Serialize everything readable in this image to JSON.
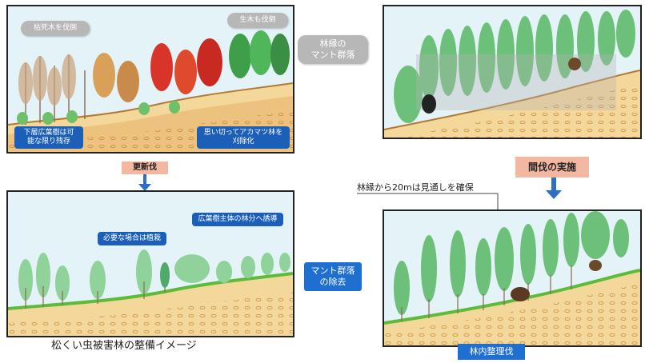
{
  "panels": {
    "tl": {
      "bubble_left": "枯死木を伐倒",
      "bubble_right": "生木も伐倒",
      "label_bottom_left": "下層広葉樹は可\n能な限り残存",
      "label_bottom_right": "思い切ってアカマツ林を\n刈除化"
    },
    "bl": {
      "label_top": "広葉樹主体の林分へ誘導",
      "label_mid": "必要な場合は植栽"
    },
    "tr": {
      "bubble": "林縁の\nマント群落"
    },
    "br": {
      "label_mantle": "マント群落\nの除去",
      "label_bottom": "林内整理伐"
    }
  },
  "step_left": "更新伐",
  "step_right": "間伐の実施",
  "note_right": "林縁から20mは見通しを確保",
  "caption": "松くい虫被害林の整備イメージ",
  "colors": {
    "sky": "#dff1f6",
    "soil": "#f4d79a",
    "grass": "#5dbb3a",
    "blue_label": "#1f6fd1",
    "salmon": "#f3b8a2"
  }
}
